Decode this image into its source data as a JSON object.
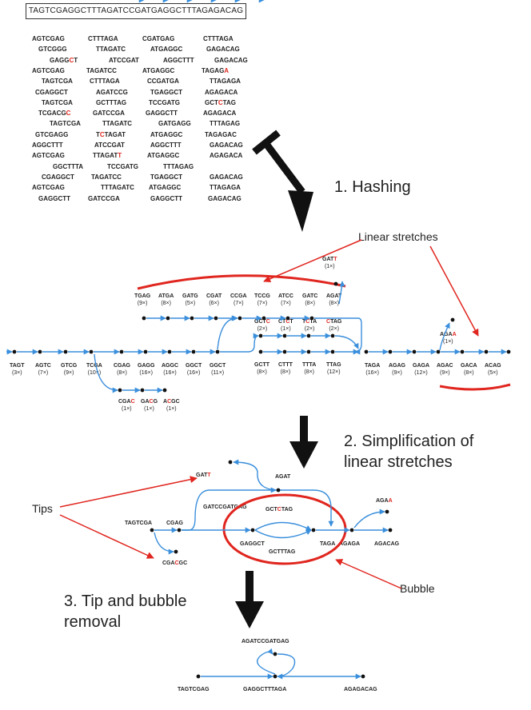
{
  "reference": "TAGTCGAGGCTTTAGATCCGATGAGGCTTTAGAGACAG",
  "reads": [
    [
      [
        "AGTCGAG",
        ""
      ],
      [
        "CTTTAGA",
        ""
      ],
      [
        "CGATGAG",
        ""
      ],
      [
        "CTTTAGA",
        ""
      ]
    ],
    [
      [
        "GTCGGG",
        ""
      ],
      [
        "TTAGATC",
        ""
      ],
      [
        "ATGAGGC",
        ""
      ],
      [
        "GAGACAG",
        ""
      ]
    ],
    [
      [
        "GAGGCT",
        "C"
      ],
      [
        "ATCCGAT",
        ""
      ],
      [
        "AGGCTTT",
        ""
      ],
      [
        "GAGACAG",
        ""
      ]
    ],
    [
      [
        "AGTCGAG",
        ""
      ],
      [
        "TAGATCC",
        ""
      ],
      [
        "ATGAGGC",
        ""
      ],
      [
        "TAGAGA",
        "A"
      ]
    ],
    [
      [
        "TAGTCGA",
        ""
      ],
      [
        "CTTTAGA",
        ""
      ],
      [
        "CCGATGA",
        ""
      ],
      [
        "TTAGAGA",
        ""
      ]
    ],
    [
      [
        "CGAGGCT",
        ""
      ],
      [
        "AGATCCG",
        ""
      ],
      [
        "TGAGGCT",
        ""
      ],
      [
        "AGAGACA",
        ""
      ]
    ],
    [
      [
        "TAGTCGA",
        ""
      ],
      [
        "GCTTTAG",
        ""
      ],
      [
        "TCCGATG",
        ""
      ],
      [
        "GCTCTAG",
        "C"
      ]
    ],
    [
      [
        "TCGACGC",
        "C"
      ],
      [
        "GATCCGA",
        ""
      ],
      [
        "GAGGCTT",
        ""
      ],
      [
        "AGAGACA",
        ""
      ]
    ],
    [
      [
        "TAGTCGA",
        ""
      ],
      [
        "TTAGATC",
        ""
      ],
      [
        "GATGAGG",
        ""
      ],
      [
        "TTTAGAG",
        ""
      ]
    ],
    [
      [
        "GTCGAGG",
        ""
      ],
      [
        "TCTAGAT",
        "C"
      ],
      [
        "ATGAGGC",
        ""
      ],
      [
        "TAGAGAC",
        ""
      ]
    ],
    [
      [
        "AGGCTTT",
        ""
      ],
      [
        "ATCCGAT",
        ""
      ],
      [
        "AGGCTTT",
        ""
      ],
      [
        "GAGACAG",
        ""
      ]
    ],
    [
      [
        "AGTCGAG",
        ""
      ],
      [
        "TTAGATT",
        "T"
      ],
      [
        "ATGAGGC",
        ""
      ],
      [
        "AGAGACA",
        ""
      ]
    ],
    [
      [
        "GGCTTTA",
        ""
      ],
      [
        "TCCGATG",
        ""
      ],
      [
        "TTTAGAG",
        ""
      ]
    ],
    [
      [
        "CGAGGCT",
        ""
      ],
      [
        "TAGATCC",
        ""
      ],
      [
        "TGAGGCT",
        ""
      ],
      [
        "GAGACAG",
        ""
      ]
    ],
    [
      [
        "AGTCGAG",
        ""
      ],
      [
        "TTTAGATC",
        ""
      ],
      [
        "ATGAGGC",
        ""
      ],
      [
        "TTAGAGA",
        ""
      ]
    ],
    [
      [
        "GAGGCTT",
        ""
      ],
      [
        "GATCCGA",
        ""
      ],
      [
        "GAGGCTT",
        ""
      ],
      [
        "GAGACAG",
        ""
      ]
    ]
  ],
  "steps": {
    "s1": "1. Hashing",
    "s2a": "2. Simplification of",
    "s2b": "linear stretches",
    "s3a": "3. Tip and bubble",
    "s3b": "removal"
  },
  "annotations": {
    "linear": "Linear stretches",
    "tips": "Tips",
    "bubble": "Bubble"
  },
  "graph1": {
    "top_row": [
      [
        "TGAG",
        "(9×)"
      ],
      [
        "ATGA",
        "(8×)"
      ],
      [
        "GATG",
        "(5×)"
      ],
      [
        "CGAT",
        "(6×)"
      ],
      [
        "CCGA",
        "(7×)"
      ],
      [
        "TCCG",
        "(7×)"
      ],
      [
        "ATCC",
        "(7×)"
      ],
      [
        "GATC",
        "(8×)"
      ],
      [
        "AGAT",
        "(8×)"
      ]
    ],
    "gatt": [
      "GAT",
      "T",
      "(1×)"
    ],
    "main_left": [
      [
        "TAGT",
        "(3×)"
      ],
      [
        "AGTC",
        "(7×)"
      ],
      [
        "GTCG",
        "(9×)"
      ],
      [
        "TCGA",
        "(10×)"
      ]
    ],
    "main_mid": [
      [
        "CGAG",
        "(8×)"
      ],
      [
        "GAGG",
        "(16×)"
      ],
      [
        "AGGC",
        "(16×)"
      ],
      [
        "GGCT",
        "(16×)"
      ],
      [
        "GGCT",
        "(11×)"
      ]
    ],
    "bubble_top": [
      [
        "GCT",
        "C",
        "",
        "(2×)"
      ],
      [
        "CT",
        "C",
        "T",
        "(1×)"
      ],
      [
        "T",
        "C",
        "TA",
        "(2×)"
      ],
      [
        "",
        "C",
        "TAG",
        "(2×)"
      ]
    ],
    "bubble_bot": [
      [
        "GCTT",
        "(8×)"
      ],
      [
        "CTTT",
        "(8×)"
      ],
      [
        "TTTA",
        "(8×)"
      ],
      [
        "TTAG",
        "(12×)"
      ]
    ],
    "main_right": [
      [
        "TAGA",
        "(16×)"
      ],
      [
        "AGAG",
        "(9×)"
      ],
      [
        "GAGA",
        "(12×)"
      ],
      [
        "AGAC",
        "(9×)"
      ],
      [
        "GACA",
        "(8×)"
      ],
      [
        "ACAG",
        "(5×)"
      ]
    ],
    "agaa": [
      "AGA",
      "A",
      "(1×)"
    ],
    "tip_bottom": [
      [
        "CGA",
        "C",
        "",
        "(1×)"
      ],
      [
        "GA",
        "C",
        "G",
        "(1×)"
      ],
      [
        "A",
        "C",
        "GC",
        "(1×)"
      ]
    ]
  },
  "graph2": {
    "gatt": [
      "GAT",
      "T"
    ],
    "agat": "AGAT",
    "gatccgatgag": "GATCCGATGAG",
    "gctctag": [
      "GCT",
      "C",
      "TAG"
    ],
    "tagtcga": "TAGTCGA",
    "cgag": "CGAG",
    "cgacgc": [
      "CGA",
      "C",
      "GC"
    ],
    "gaggct": "GAGGCT",
    "gcttag": "GCTTTAG",
    "taga": "TAGA",
    "agaga": "AGAGA",
    "agacag": "AGACAG",
    "agaa": [
      "AGA",
      "A"
    ]
  },
  "graph3": {
    "top": "AGATCCGATGAG",
    "left": "TAGTCGAG",
    "mid": "GAGGCTTTAGA",
    "right": "AGAGACAG"
  },
  "colors": {
    "arrow": "#3a8fdc",
    "red": "#e0261f",
    "node": "#111111",
    "step_arrow": "#111111"
  }
}
